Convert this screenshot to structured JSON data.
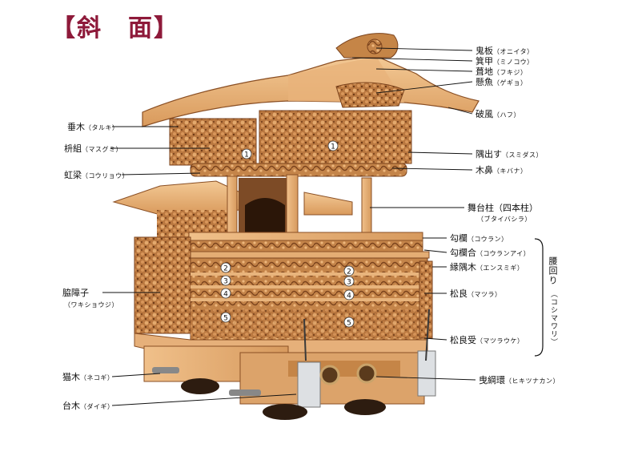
{
  "title": "【斜　面】",
  "right_labels": [
    {
      "name": "鬼板",
      "reading": "（オニイタ）"
    },
    {
      "name": "箕甲",
      "reading": "（ミノコウ）"
    },
    {
      "name": "葺地",
      "reading": "（フキジ）"
    },
    {
      "name": "懸魚",
      "reading": "（ゲギョ）"
    },
    {
      "name": "破風",
      "reading": "（ハフ）"
    },
    {
      "name": "隅出す",
      "reading": "（スミダス）"
    },
    {
      "name": "木鼻",
      "reading": "（キバナ）"
    },
    {
      "name": "舞台柱（四本柱）",
      "reading": "（ブタイバシラ）"
    },
    {
      "name": "勾欄",
      "reading": "（コウラン）"
    },
    {
      "name": "勾欄合",
      "reading": "（コウランアイ）"
    },
    {
      "name": "縁隅木",
      "reading": "（エンスミギ）"
    },
    {
      "name": "松良",
      "reading": "（マツラ）"
    },
    {
      "name": "松良受",
      "reading": "（マツラウケ）"
    },
    {
      "name": "曳綱環",
      "reading": "（ヒキツナカン）"
    }
  ],
  "left_labels": [
    {
      "name": "垂木",
      "reading": "（タルキ）"
    },
    {
      "name": "枡組",
      "reading": "（マスグミ）"
    },
    {
      "name": "虹梁",
      "reading": "（コウリョウ）"
    },
    {
      "name": "脇障子",
      "reading": "（ワキショウジ）"
    },
    {
      "name": "猫木",
      "reading": "（ネコギ）"
    },
    {
      "name": "台木",
      "reading": "（ダイギ）"
    }
  ],
  "group_label": {
    "name": "腰回り",
    "reading": "（コシマワリ）"
  },
  "markers": [
    "1",
    "1",
    "2",
    "2",
    "3",
    "3",
    "4",
    "4",
    "5",
    "5"
  ],
  "colors": {
    "title": "#8e1a3a",
    "wood_light": "#e8b47c",
    "wood_mid": "#c98a4e",
    "wood_dark": "#8a4f24",
    "line": "#111111"
  }
}
